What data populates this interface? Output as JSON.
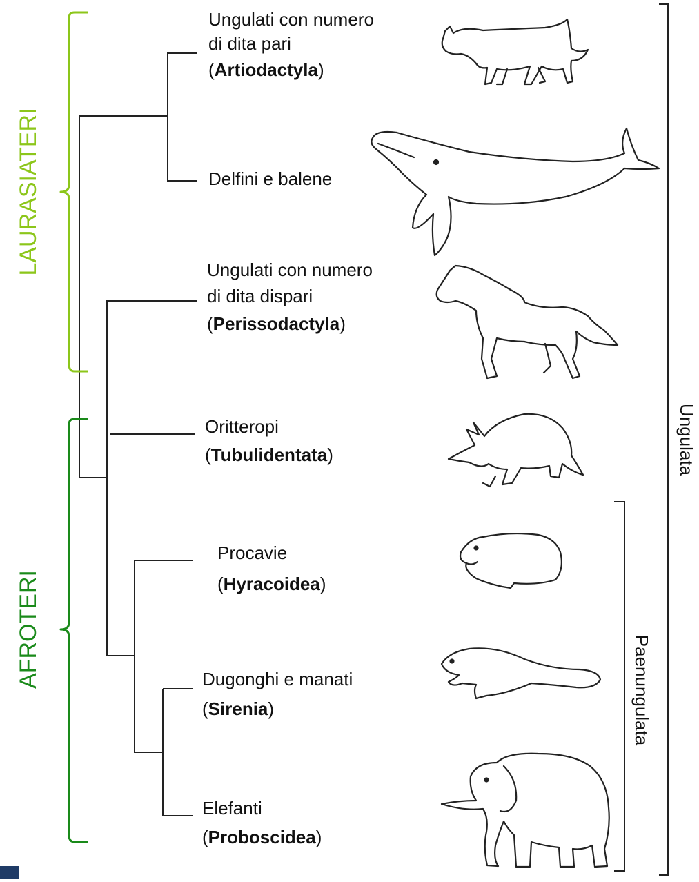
{
  "groups": {
    "laurasiateri": "LAURASIATERI",
    "afroteri": "AFROTERI",
    "ungulata": "Ungulata",
    "paenungulata": "Paenungulata"
  },
  "colors": {
    "laurasiateri": "#8cc61a",
    "afroteri": "#1a8a1a",
    "corner_square": "#1f3b66"
  },
  "taxa": [
    {
      "line1": "Ungulati con numero",
      "line2": "di dita pari",
      "latin": "Artiodactyla",
      "animal": "cow-drawing"
    },
    {
      "line1": "Delfini e balene",
      "animal": "whale-drawing"
    },
    {
      "line1": "Ungulati con numero",
      "line2": "di dita dispari",
      "latin": "Perissodactyla",
      "animal": "horse-drawing"
    },
    {
      "line1": "Oritteropi",
      "latin": "Tubulidentata",
      "animal": "aardvark-drawing"
    },
    {
      "line1": "Procavie",
      "latin": "Hyracoidea",
      "animal": "hyrax-drawing"
    },
    {
      "line1": "Dugonghi e manati",
      "latin": "Sirenia",
      "animal": "manatee-drawing"
    },
    {
      "line1": "Elefanti",
      "latin": "Proboscidea",
      "animal": "elephant-drawing"
    }
  ]
}
